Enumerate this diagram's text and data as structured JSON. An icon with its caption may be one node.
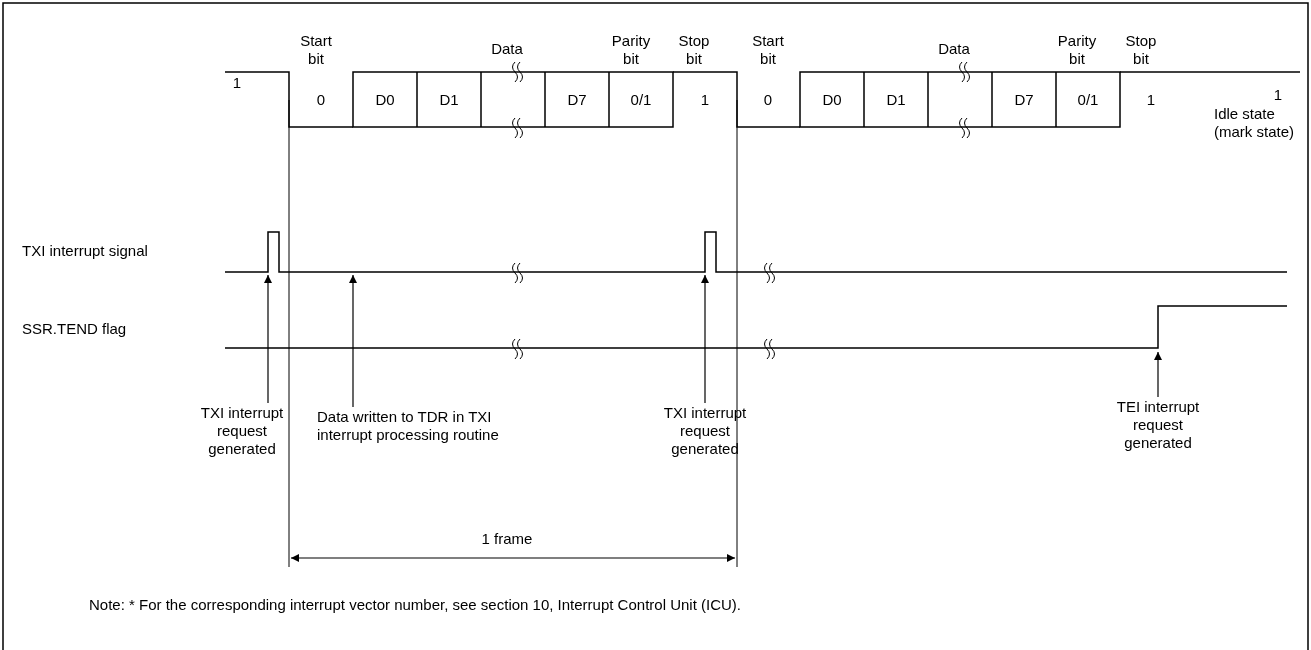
{
  "diagram": {
    "nodes": [
      {
        "text": [
          "TXI interrupt request generated"
        ]
      },
      {
        "text": [
          "Data written to TDR in TXI interrupt processing routine"
        ]
      },
      {
        "text": [
          "TXI interrupt request generated"
        ]
      },
      {
        "text": [
          "TEI interrupt request generated"
        ]
      }
    ],
    "edges": [
      {
        "from": 0,
        "to": null,
        "arrow": "to"
      },
      {
        "from": 1,
        "to": null,
        "arrow": "to"
      },
      {
        "from": 2,
        "to": null,
        "arrow": "to"
      },
      {
        "from": 3,
        "to": null,
        "arrow": "to"
      }
    ],
    "labels": [
      "1",
      "Start bit",
      "Data",
      "Parity bit",
      "Stop bit",
      "Start bit",
      "Data",
      "Parity bit",
      "Stop bit",
      "0",
      "D0",
      "D1",
      "D7",
      "0/1",
      "1",
      "0",
      "D0",
      "D1",
      "D7",
      "0/1",
      "1",
      "1",
      "Idle state (mark state)",
      "TXI interrupt signal",
      "SSR.TEND flag",
      "1 frame",
      "Note: * For the corresponding interrupt vector number, see section 10, Interrupt Control Unit (ICU)."
    ]
  }
}
